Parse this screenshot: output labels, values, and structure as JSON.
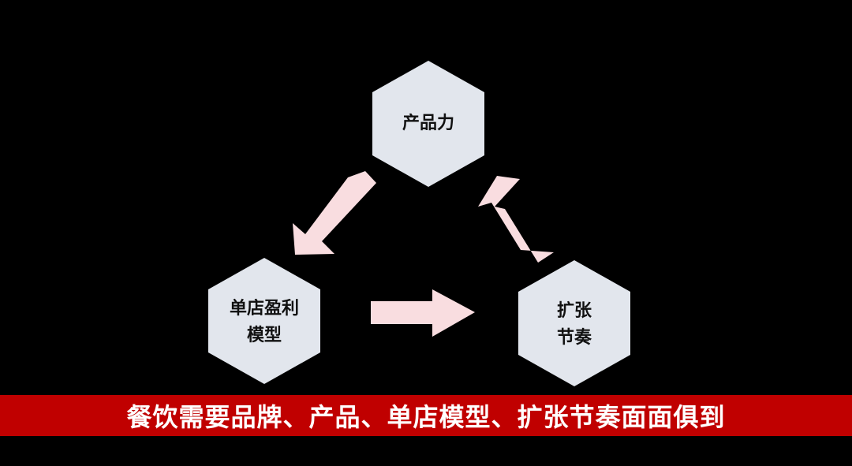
{
  "nodes": {
    "top": {
      "label": "产品力"
    },
    "left": {
      "line1": "单店盈利",
      "line2": "模型"
    },
    "right": {
      "line1": "扩张",
      "line2": "节奏"
    }
  },
  "banner": {
    "text": "餐饮需要品牌、产品、单店模型、扩张节奏面面俱到"
  },
  "colors": {
    "background": "#000000",
    "hexagon": "#e2e6ed",
    "arrow": "#f9dde0",
    "banner": "#c00000"
  }
}
